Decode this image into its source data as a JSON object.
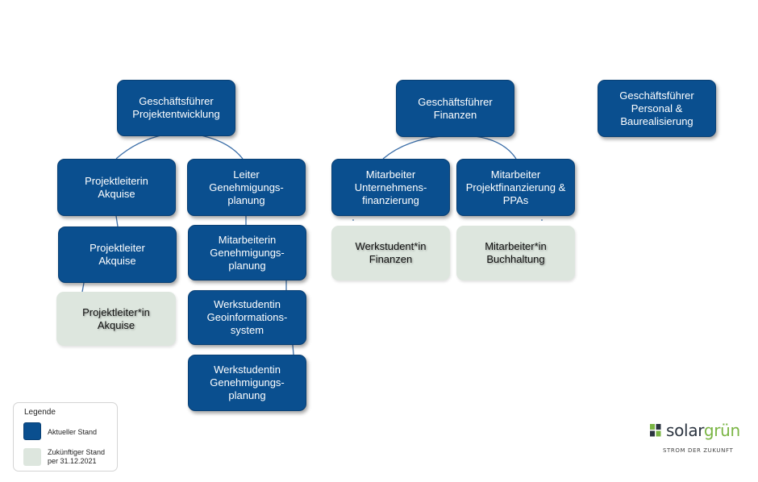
{
  "colors": {
    "current": "#0a4f8f",
    "future": "#dde6de",
    "connector": "#3b6ea8",
    "brand_dark": "#2b3440",
    "brand_green": "#7ab544"
  },
  "org": {
    "gf_projekt": "Geschäftsführer\nProjektentwicklung",
    "gf_finanzen": "Geschäftsführer\nFinanzen",
    "gf_personal": "Geschäftsführer\nPersonal &\nBaurealisierung",
    "projektleiterin_akquise": "Projektleiterin\nAkquise",
    "projektleiter_akquise": "Projektleiter\nAkquise",
    "projektleiter_in_akquise": "Projektleiter*in\nAkquise",
    "leiter_genehmigungsplanung": "Leiter\nGenehmigungs-\nplanung",
    "mitarbeiterin_genehmigungsplanung": "Mitarbeiterin\nGenehmigungs-\nplanung",
    "werkstudentin_geoinformation": "Werkstudentin\nGeoinformations-\nsystem",
    "werkstudentin_genehmigungsplanung": "Werkstudentin\nGenehmigungs-\nplanung",
    "mitarbeiter_unternehmensfinanzierung": "Mitarbeiter\nUnternehmens-\nfinanzierung",
    "mitarbeiter_projektfinanzierung": "Mitarbeiter\nProjektfinanzierung &\nPPAs",
    "werkstudent_finanzen": "Werkstudent*in\nFinanzen",
    "mitarbeiter_buchhaltung": "Mitarbeiter*in\nBuchhaltung"
  },
  "legend": {
    "title": "Legende",
    "current_label": "Aktueller Stand",
    "future_label": "Zukünftiger Stand\nper 31.12.2021"
  },
  "logo": {
    "name_part1": "solar",
    "name_part2": "grün",
    "tagline": "STROM DER ZUKUNFT",
    "icon": "solar-panel-icon"
  }
}
